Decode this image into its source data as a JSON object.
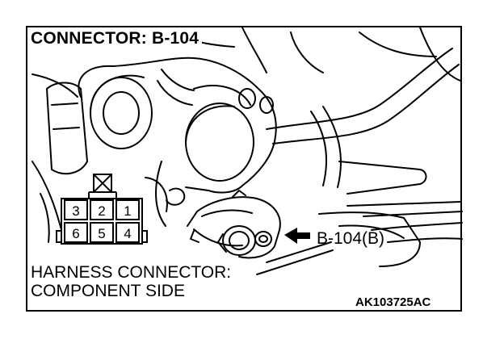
{
  "diagram": {
    "title": "CONNECTOR: B-104",
    "callout_label": "B-104(B)",
    "description": {
      "line1": "HARNESS CONNECTOR:",
      "line2": "COMPONENT SIDE"
    },
    "code": "AK103725AC"
  },
  "connector_pins": {
    "top_row": [
      "3",
      "2",
      "1"
    ],
    "bottom_row": [
      "6",
      "5",
      "4"
    ]
  },
  "colors": {
    "ink": "#000000",
    "paper": "#ffffff"
  }
}
